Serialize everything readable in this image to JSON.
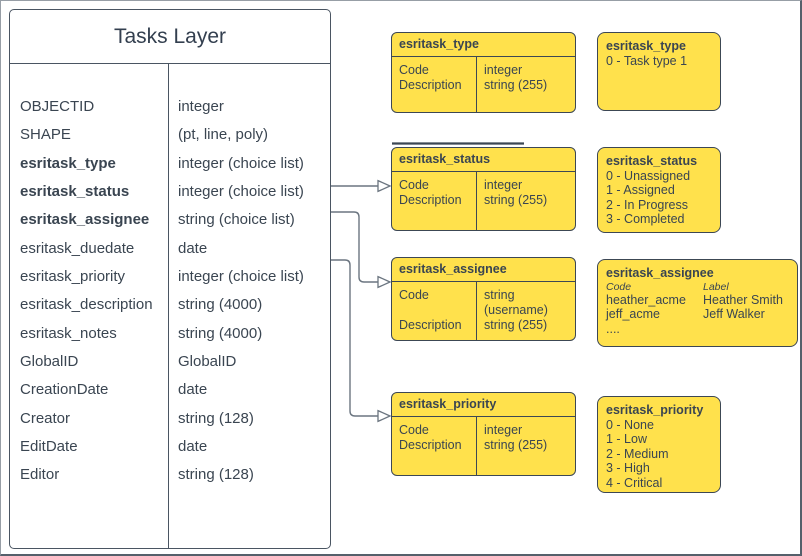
{
  "colors": {
    "box_fill": "#FFE14C",
    "box_border": "#3C4754",
    "text": "#3A4551",
    "connector": "#6B7580"
  },
  "tasks_layer": {
    "title": "Tasks Layer",
    "fields": [
      {
        "name": "OBJECTID",
        "type": "integer"
      },
      {
        "name": "SHAPE",
        "type": "(pt, line, poly)"
      },
      {
        "name": "esritask_type",
        "type": "integer (choice list)",
        "bold": true
      },
      {
        "name": "esritask_status",
        "type": "integer (choice list)",
        "bold": true
      },
      {
        "name": "esritask_assignee",
        "type": "string (choice list)",
        "bold": true
      },
      {
        "name": "esritask_duedate",
        "type": "date"
      },
      {
        "name": "esritask_priority",
        "type": "integer (choice list)"
      },
      {
        "name": "esritask_description",
        "type": "string (4000)"
      },
      {
        "name": "esritask_notes",
        "type": "string (4000)"
      },
      {
        "name": "GlobalID",
        "type": "GlobalID"
      },
      {
        "name": "CreationDate",
        "type": "date"
      },
      {
        "name": "Creator",
        "type": "string (128)"
      },
      {
        "name": "EditDate",
        "type": "date"
      },
      {
        "name": "Editor",
        "type": "string (128)"
      }
    ]
  },
  "domain_tables": [
    {
      "title": "esritask_type",
      "rows": [
        {
          "field": "Code",
          "type": "integer"
        },
        {
          "field": "Description",
          "type": "string (255)"
        }
      ]
    },
    {
      "title": "esritask_status",
      "rows": [
        {
          "field": "Code",
          "type": "integer"
        },
        {
          "field": "Description",
          "type": "string (255)"
        }
      ]
    },
    {
      "title": "esritask_assignee",
      "rows": [
        {
          "field": "Code",
          "type": "string (username)"
        },
        {
          "field": "Description",
          "type": "string (255)"
        }
      ]
    },
    {
      "title": "esritask_priority",
      "rows": [
        {
          "field": "Code",
          "type": "integer"
        },
        {
          "field": "Description",
          "type": "string (255)"
        }
      ]
    }
  ],
  "value_lists": {
    "type": {
      "title": "esritask_type",
      "items": [
        "0 - Task type 1"
      ]
    },
    "status": {
      "title": "esritask_status",
      "items": [
        "0 - Unassigned",
        "1 - Assigned",
        "2 - In Progress",
        "3 - Completed"
      ]
    },
    "assignee": {
      "title": "esritask_assignee",
      "col_headers": {
        "code": "Code",
        "label": "Label"
      },
      "rows": [
        {
          "code": "heather_acme",
          "label": "Heather Smith"
        },
        {
          "code": "jeff_acme",
          "label": "Jeff Walker"
        }
      ],
      "ellipsis": "...."
    },
    "priority": {
      "title": "esritask_priority",
      "items": [
        "0 - None",
        "1 - Low",
        "2 - Medium",
        "3 - High",
        "4 - Critical"
      ]
    }
  },
  "connections": [
    {
      "from": "esritask_status",
      "to": "esritask_status domain table"
    },
    {
      "from": "esritask_assignee",
      "to": "esritask_assignee domain table"
    },
    {
      "from": "esritask_priority",
      "to": "esritask_priority domain table"
    }
  ]
}
